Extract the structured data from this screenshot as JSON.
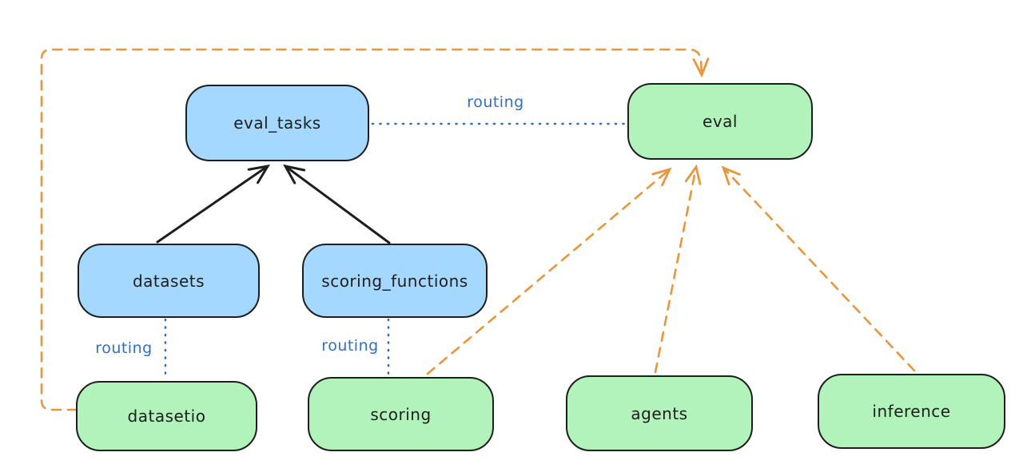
{
  "diagram": {
    "nodes": [
      {
        "id": "eval_tasks",
        "label": "eval_tasks",
        "kind": "api"
      },
      {
        "id": "eval",
        "label": "eval",
        "kind": "provider"
      },
      {
        "id": "datasets",
        "label": "datasets",
        "kind": "api"
      },
      {
        "id": "scoring_functions",
        "label": "scoring_functions",
        "kind": "api"
      },
      {
        "id": "datasetio",
        "label": "datasetio",
        "kind": "provider"
      },
      {
        "id": "scoring",
        "label": "scoring",
        "kind": "provider"
      },
      {
        "id": "agents",
        "label": "agents",
        "kind": "provider"
      },
      {
        "id": "inference",
        "label": "inference",
        "kind": "provider"
      }
    ],
    "edges": {
      "routing_links": [
        {
          "from": "eval_tasks",
          "to": "eval",
          "label": "routing",
          "style": "blue-dotted"
        },
        {
          "from": "datasets",
          "to": "datasetio",
          "label": "routing",
          "style": "blue-dotted"
        },
        {
          "from": "scoring_functions",
          "to": "scoring",
          "label": "routing",
          "style": "blue-dotted"
        }
      ],
      "solid_arrows": [
        {
          "from": "datasets",
          "to": "eval_tasks",
          "style": "black-solid"
        },
        {
          "from": "scoring_functions",
          "to": "eval_tasks",
          "style": "black-solid"
        }
      ],
      "dashed_arrows": [
        {
          "from": "datasetio",
          "to": "eval",
          "style": "orange-dashed",
          "route": "around-left-and-top"
        },
        {
          "from": "scoring",
          "to": "eval",
          "style": "orange-dashed"
        },
        {
          "from": "agents",
          "to": "eval",
          "style": "orange-dashed"
        },
        {
          "from": "inference",
          "to": "eval",
          "style": "orange-dashed"
        }
      ]
    },
    "colors": {
      "api_node_fill": "#a5d8ff",
      "provider_node_fill": "#b2f2bb",
      "node_stroke": "#1e1e1e",
      "routing_color": "#306fc6",
      "flow_color": "#e8953c",
      "background": "#ffffff"
    }
  }
}
